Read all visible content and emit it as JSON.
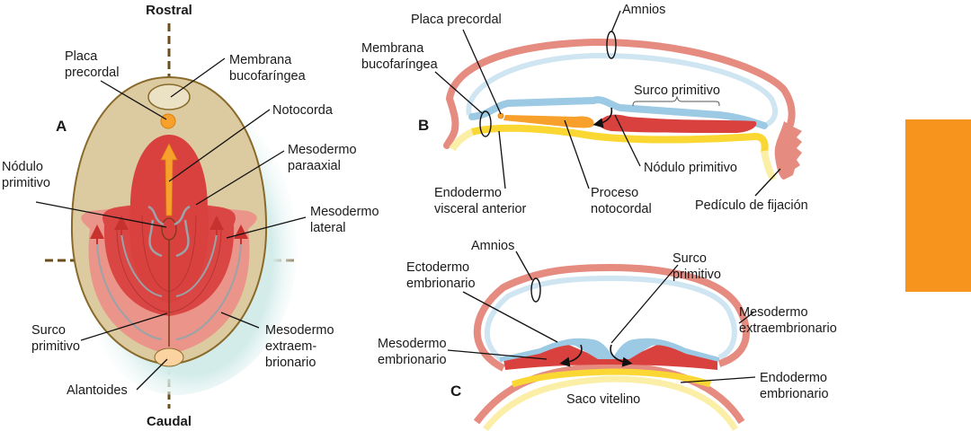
{
  "colors": {
    "disc_fill": "#dccba0",
    "disc_edge": "#8a6a2a",
    "halo": "#d3ecea",
    "mesoderm_dark": "#d9413f",
    "mesoderm_light": "#eb9489",
    "notochord": "#f7a12c",
    "ectoderm": "#9cc9e3",
    "ectoderm_light": "#cfe5f2",
    "amnion": "#e58b80",
    "endoderm": "#fbd733",
    "endoderm_light": "#fbeea6",
    "allantois": "#fbd3a0",
    "axis_dash": "#6b4e1e",
    "tab_orange": "#f7941d"
  },
  "panel_a": {
    "letter": "A",
    "axis_top": "Rostral",
    "axis_bottom": "Caudal",
    "labels": {
      "placa_precordal": [
        "Placa",
        "precordal"
      ],
      "membrana_bucofaringea": [
        "Membrana",
        "bucofaríngea"
      ],
      "notocorda": [
        "Notocorda"
      ],
      "mesodermo_paraaxial": [
        "Mesodermo",
        "paraaxial"
      ],
      "nodulo_primitivo": [
        "Nódulo",
        "primitivo"
      ],
      "mesodermo_lateral": [
        "Mesodermo",
        "lateral"
      ],
      "surco_primitivo": [
        "Surco",
        "primitivo"
      ],
      "mesodermo_extraembrionario": [
        "Mesodermo",
        "extraem-",
        "brionario"
      ],
      "alantoides": [
        "Alantoides"
      ]
    }
  },
  "panel_b": {
    "letter": "B",
    "labels": {
      "placa_precordal": [
        "Placa precordal"
      ],
      "amnios": [
        "Amnios"
      ],
      "membrana_bucofaringea": [
        "Membrana",
        "bucofaríngea"
      ],
      "surco_primitivo": [
        "Surco primitivo"
      ],
      "nodulo_primitivo": [
        "Nódulo primitivo"
      ],
      "endodermo_visceral_anterior": [
        "Endodermo",
        "visceral anterior"
      ],
      "proceso_notocordal": [
        "Proceso",
        "notocordal"
      ],
      "pediculo_fijacion": [
        "Pedículo de fijación"
      ]
    }
  },
  "panel_c": {
    "letter": "C",
    "labels": {
      "amnios": [
        "Amnios"
      ],
      "ectodermo_embrionario": [
        "Ectodermo",
        "embrionario"
      ],
      "surco_primitivo": [
        "Surco",
        "primitivo"
      ],
      "mesodermo_extraembrionario": [
        "Mesodermo",
        "extraembrionario"
      ],
      "mesodermo_embrionario": [
        "Mesodermo",
        "embrionario"
      ],
      "endodermo_embrionario": [
        "Endodermo",
        "embrionario"
      ],
      "saco_vitelino": [
        "Saco vitelino"
      ]
    }
  }
}
